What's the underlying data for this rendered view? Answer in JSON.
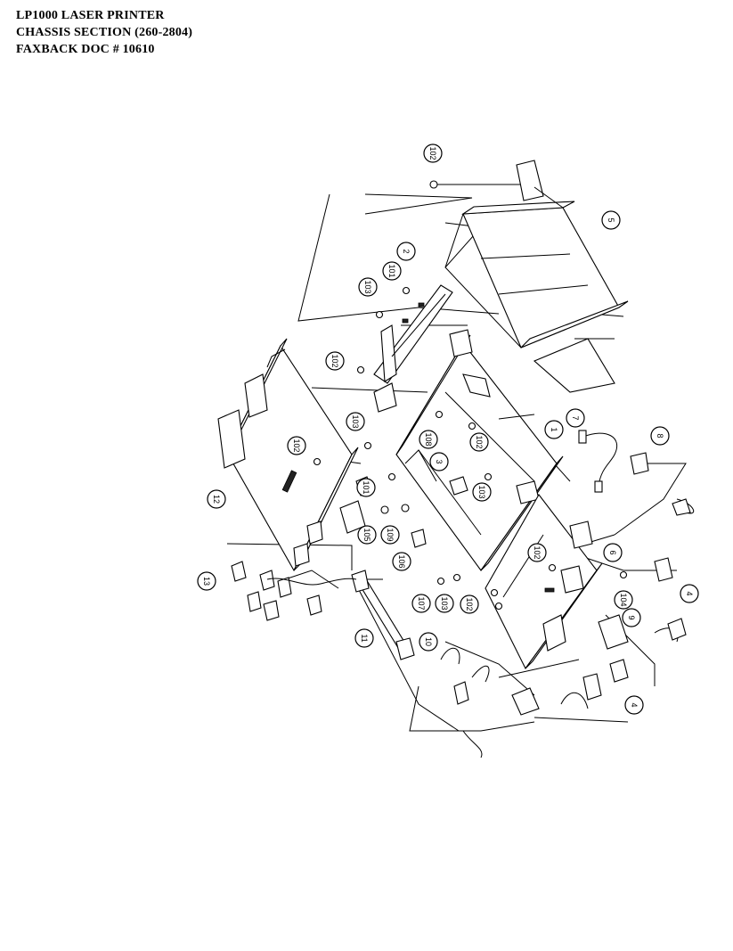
{
  "header": {
    "line1": "LP1000 LASER PRINTER",
    "line2": "CHASSIS SECTION (260-2804)",
    "line3": "FAXBACK DOC # 10610"
  },
  "callouts": [
    {
      "id": "c102a",
      "label": "102"
    },
    {
      "id": "c5",
      "label": "5"
    },
    {
      "id": "c2",
      "label": "2"
    },
    {
      "id": "c101a",
      "label": "101"
    },
    {
      "id": "c103a",
      "label": "103"
    },
    {
      "id": "c102b",
      "label": "102"
    },
    {
      "id": "c103b",
      "label": "103"
    },
    {
      "id": "c102c",
      "label": "102"
    },
    {
      "id": "c108a",
      "label": "108"
    },
    {
      "id": "c102d",
      "label": "102"
    },
    {
      "id": "c1",
      "label": "1"
    },
    {
      "id": "c7",
      "label": "7"
    },
    {
      "id": "c8",
      "label": "8"
    },
    {
      "id": "c3",
      "label": "3"
    },
    {
      "id": "c101b",
      "label": "101"
    },
    {
      "id": "c103c",
      "label": "103"
    },
    {
      "id": "c12",
      "label": "12"
    },
    {
      "id": "c105",
      "label": "105"
    },
    {
      "id": "c109",
      "label": "109"
    },
    {
      "id": "c106",
      "label": "106"
    },
    {
      "id": "c102e",
      "label": "102"
    },
    {
      "id": "c6",
      "label": "6"
    },
    {
      "id": "c13",
      "label": "13"
    },
    {
      "id": "c104",
      "label": "104"
    },
    {
      "id": "c4a",
      "label": "4"
    },
    {
      "id": "c107",
      "label": "107"
    },
    {
      "id": "c103d",
      "label": "103"
    },
    {
      "id": "c102f",
      "label": "102"
    },
    {
      "id": "c9",
      "label": "9"
    },
    {
      "id": "c11",
      "label": "11"
    },
    {
      "id": "c10",
      "label": "10"
    },
    {
      "id": "c4b",
      "label": "4"
    }
  ]
}
